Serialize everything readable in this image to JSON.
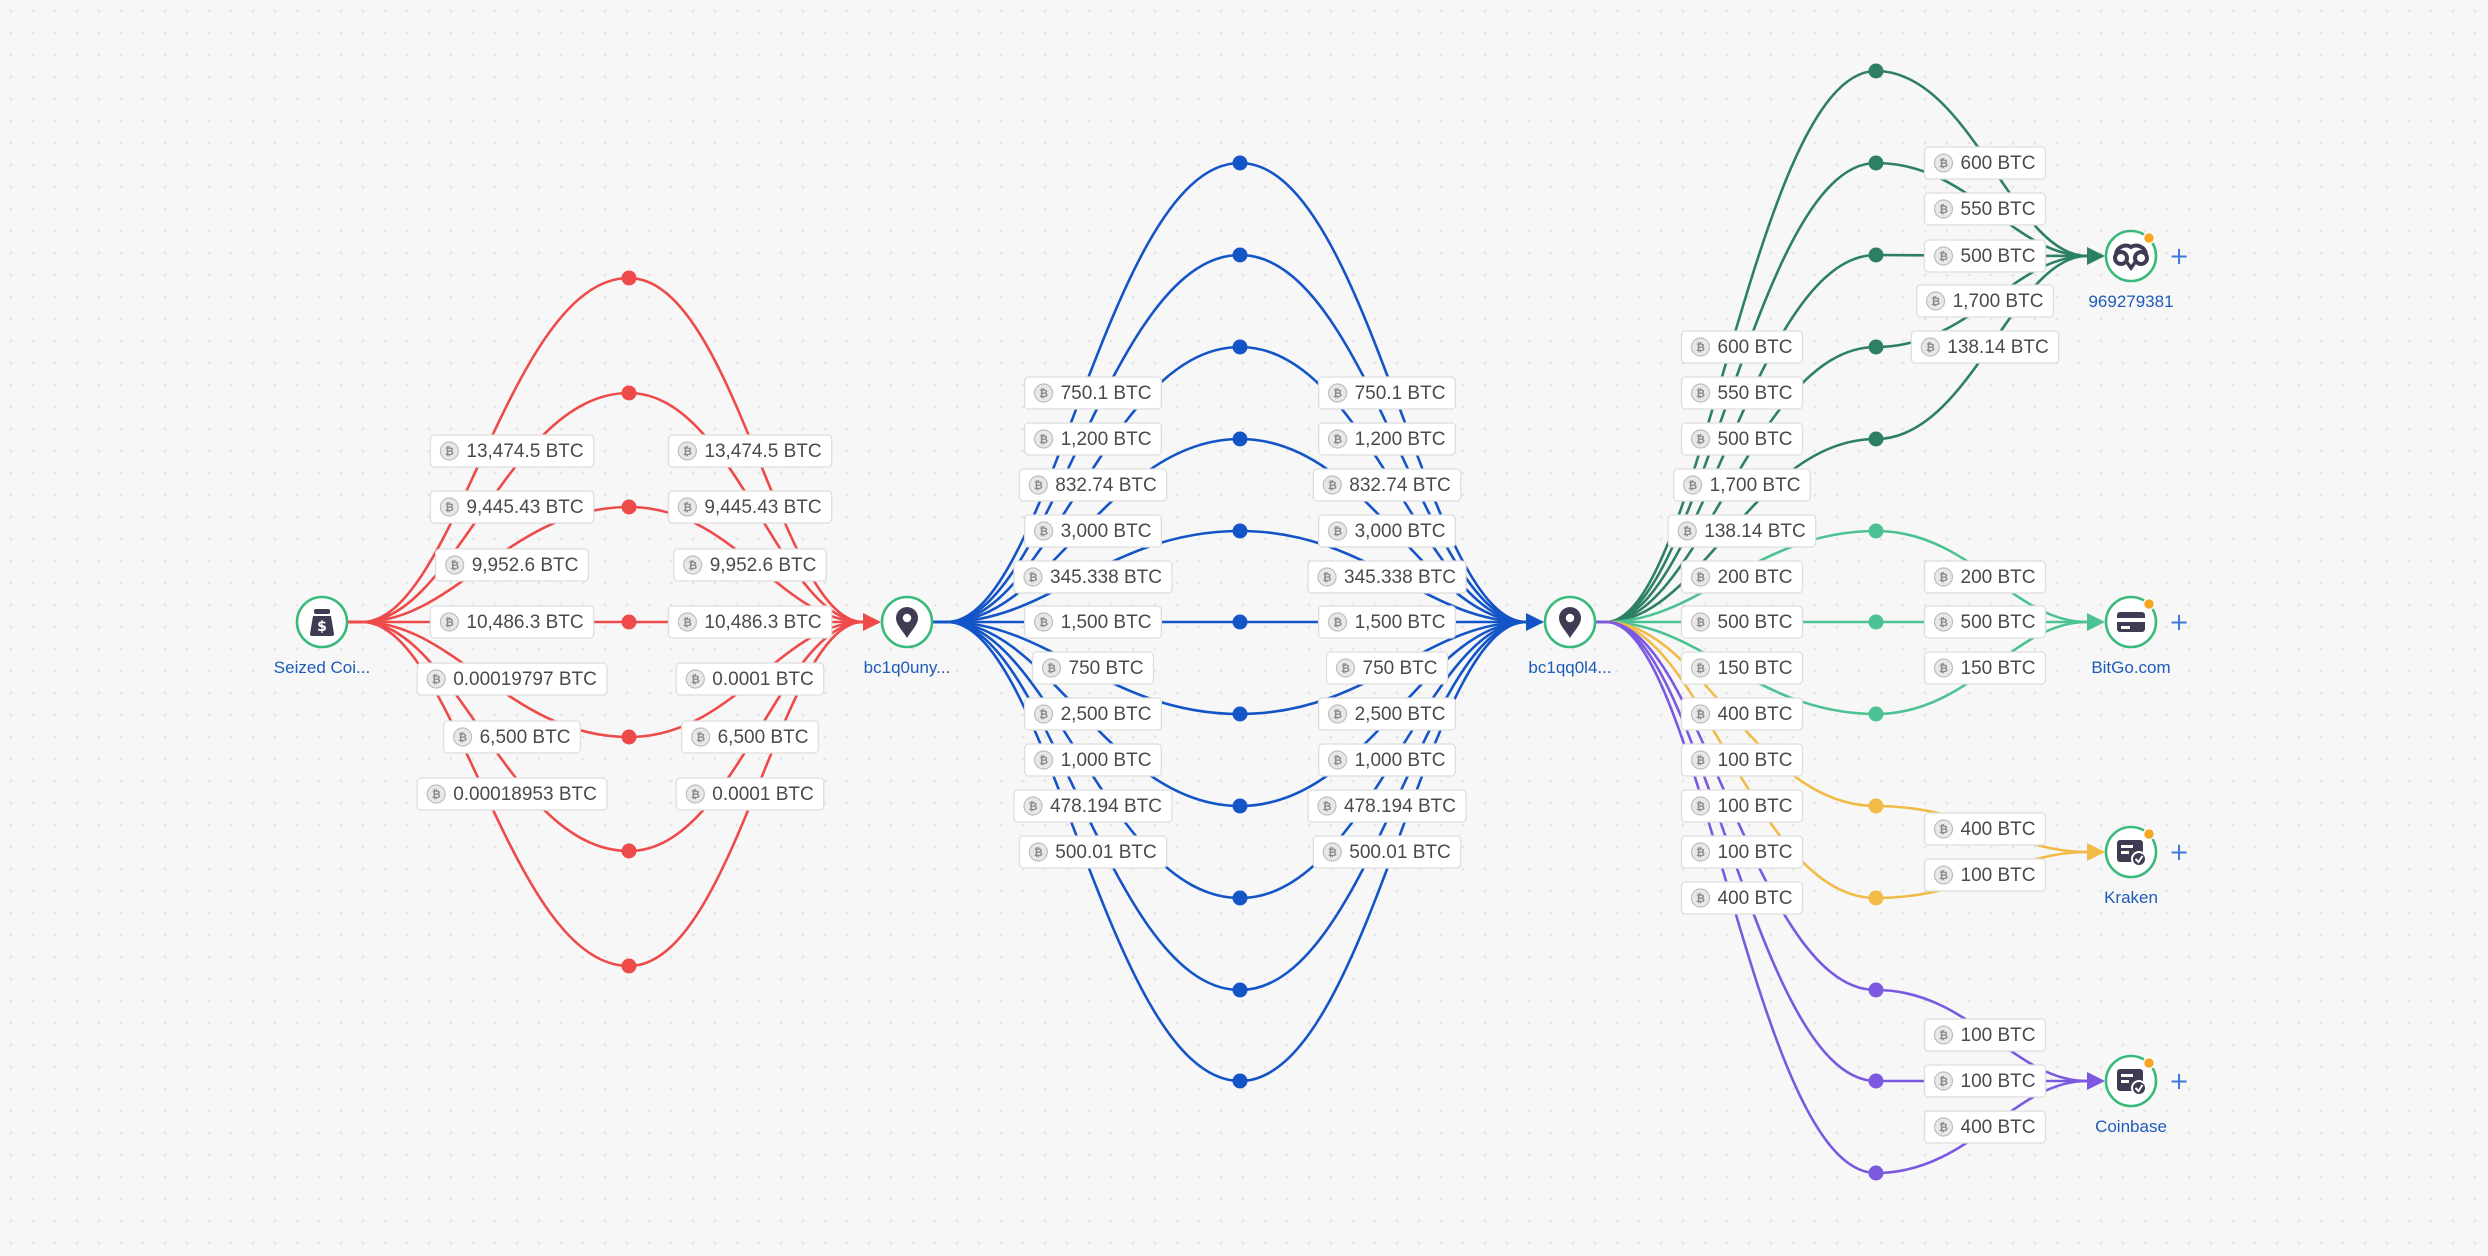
{
  "nodes": [
    {
      "id": "seized",
      "label": "Seized Coi...",
      "icon": "money-bag-icon"
    },
    {
      "id": "addr1",
      "label": "bc1q0uny...",
      "icon": "location-pin-icon"
    },
    {
      "id": "addr2",
      "label": "bc1qq0l4...",
      "icon": "location-pin-icon"
    },
    {
      "id": "ent1",
      "label": "969279381",
      "icon": "wallet-cluster-icon"
    },
    {
      "id": "bitgo",
      "label": "BitGo.com",
      "icon": "card-icon"
    },
    {
      "id": "kraken",
      "label": "Kraken",
      "icon": "exchange-icon"
    },
    {
      "id": "coinbase",
      "label": "Coinbase",
      "icon": "exchange-icon"
    }
  ],
  "add_glyph": "+",
  "coin_glyph": "₿",
  "colors": {
    "red": "#ee4a4a",
    "blue": "#1355c7",
    "dark_green": "#2d8062",
    "teal": "#4cc292",
    "yellow": "#f2bb48",
    "purple": "#7a59e0",
    "node_ring": "#3aba7a",
    "node_icon": "#3f3b52",
    "badge": "#f5a623"
  },
  "groups": [
    {
      "name": "seized-to-bc1q0uny",
      "from": "seized",
      "to": "addr1",
      "color": "red",
      "out_labels": [
        "13,474.5 BTC",
        "9,445.43 BTC",
        "9,952.6 BTC",
        "10,486.3 BTC",
        "0.00019797 BTC",
        "6,500 BTC",
        "0.00018953 BTC"
      ],
      "in_labels": [
        "13,474.5 BTC",
        "9,445.43 BTC",
        "9,952.6 BTC",
        "10,486.3 BTC",
        "0.0001 BTC",
        "6,500 BTC",
        "0.0001 BTC"
      ]
    },
    {
      "name": "bc1q0uny-to-bc1qq0l4",
      "from": "addr1",
      "to": "addr2",
      "color": "blue",
      "out_labels": [
        "750.1 BTC",
        "1,200 BTC",
        "832.74 BTC",
        "3,000 BTC",
        "345.338 BTC",
        "1,500 BTC",
        "750 BTC",
        "2,500 BTC",
        "1,000 BTC",
        "478.194 BTC",
        "500.01 BTC"
      ],
      "in_labels": [
        "750.1 BTC",
        "1,200 BTC",
        "832.74 BTC",
        "3,000 BTC",
        "345.338 BTC",
        "1,500 BTC",
        "750 BTC",
        "2,500 BTC",
        "1,000 BTC",
        "478.194 BTC",
        "500.01 BTC"
      ]
    },
    {
      "name": "bc1qq0l4-to-969279381",
      "from": "addr2",
      "to": "ent1",
      "color": "dark_green",
      "out_labels": [
        "600 BTC",
        "550 BTC",
        "500 BTC",
        "1,700 BTC",
        "138.14 BTC"
      ],
      "in_labels": [
        "600 BTC",
        "550 BTC",
        "500 BTC",
        "1,700 BTC",
        "138.14 BTC"
      ]
    },
    {
      "name": "bc1qq0l4-to-bitgo",
      "from": "addr2",
      "to": "bitgo",
      "color": "teal",
      "out_labels": [
        "200 BTC",
        "500 BTC",
        "150 BTC"
      ],
      "in_labels": [
        "200 BTC",
        "500 BTC",
        "150 BTC"
      ]
    },
    {
      "name": "bc1qq0l4-to-kraken",
      "from": "addr2",
      "to": "kraken",
      "color": "yellow",
      "out_labels": [
        "400 BTC",
        "100 BTC"
      ],
      "in_labels": [
        "400 BTC",
        "100 BTC"
      ]
    },
    {
      "name": "bc1qq0l4-to-coinbase",
      "from": "addr2",
      "to": "coinbase",
      "color": "purple",
      "out_labels": [
        "100 BTC",
        "100 BTC",
        "400 BTC"
      ],
      "in_labels": [
        "100 BTC",
        "100 BTC",
        "400 BTC"
      ]
    }
  ]
}
